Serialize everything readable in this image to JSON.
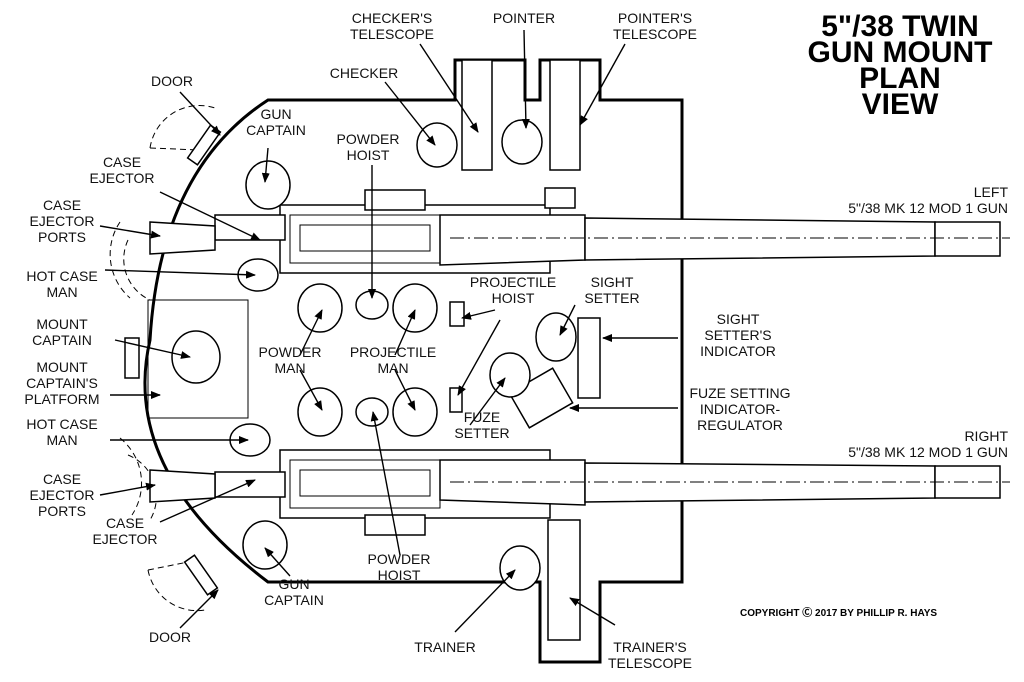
{
  "title": [
    "5\"/38 TWIN",
    "GUN MOUNT",
    "PLAN",
    "VIEW"
  ],
  "copyright": "COPYRIGHT Ⓒ 2017 BY PHILLIP R. HAYS",
  "labels": {
    "checkers_telescope": [
      "CHECKER'S",
      "TELESCOPE"
    ],
    "pointer": [
      "POINTER"
    ],
    "pointers_telescope": [
      "POINTER'S",
      "TELESCOPE"
    ],
    "checker": [
      "CHECKER"
    ],
    "door_top": [
      "DOOR"
    ],
    "gun_captain_top": [
      "GUN",
      "CAPTAIN"
    ],
    "powder_hoist_top": [
      "POWDER",
      "HOIST"
    ],
    "case_ejector_top": [
      "CASE",
      "EJECTOR"
    ],
    "case_ejector_ports_top": [
      "CASE",
      "EJECTOR",
      "PORTS"
    ],
    "hot_case_man_top": [
      "HOT CASE",
      "MAN"
    ],
    "mount_captain": [
      "MOUNT",
      "CAPTAIN"
    ],
    "mount_captains_platform": [
      "MOUNT",
      "CAPTAIN'S",
      "PLATFORM"
    ],
    "hot_case_man_bottom": [
      "HOT CASE",
      "MAN"
    ],
    "case_ejector_ports_bottom": [
      "CASE",
      "EJECTOR",
      "PORTS"
    ],
    "case_ejector_bottom": [
      "CASE",
      "EJECTOR"
    ],
    "door_bottom": [
      "DOOR"
    ],
    "gun_captain_bottom": [
      "GUN",
      "CAPTAIN"
    ],
    "powder_man": [
      "POWDER",
      "MAN"
    ],
    "projectile_man": [
      "PROJECTILE",
      "MAN"
    ],
    "projectile_hoist": [
      "PROJECTILE",
      "HOIST"
    ],
    "sight_setter": [
      "SIGHT",
      "SETTER"
    ],
    "fuze_setter": [
      "FUZE",
      "SETTER"
    ],
    "powder_hoist_bottom": [
      "POWDER",
      "HOIST"
    ],
    "trainer": [
      "TRAINER"
    ],
    "trainers_telescope": [
      "TRAINER'S",
      "TELESCOPE"
    ],
    "sight_setters_indicator": [
      "SIGHT",
      "SETTER'S",
      "INDICATOR"
    ],
    "fuze_setting_indicator": [
      "FUZE SETTING",
      "INDICATOR-",
      "REGULATOR"
    ],
    "left_gun": [
      "LEFT",
      "5\"/38 MK 12 MOD 1 GUN"
    ],
    "right_gun": [
      "RIGHT",
      "5\"/38 MK 12 MOD 1 GUN"
    ]
  }
}
